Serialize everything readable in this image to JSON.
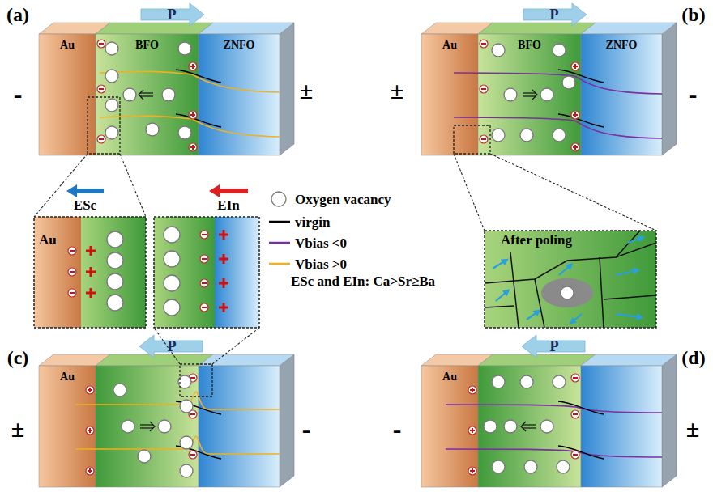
{
  "diagram": {
    "nodes": [
      {
        "text": [
          "Au"
        ]
      },
      {
        "text": [
          "BFO"
        ]
      },
      {
        "text": [
          "ZNFO"
        ]
      },
      {
        "text": [
          "Au"
        ]
      },
      {
        "text": [
          "BFO"
        ]
      },
      {
        "text": [
          "ZNFO"
        ]
      },
      {
        "text": [
          "Au"
        ]
      },
      {
        "text": [
          "After poling"
        ]
      },
      {
        "text": [
          "Au"
        ]
      },
      {
        "text": [
          "Au"
        ]
      }
    ],
    "labels": [
      "(a)",
      "P",
      "-",
      "±",
      "(b)",
      "P",
      "±",
      "-",
      "ESc",
      "EIn",
      "ESc and EIn: Ca>Sr≥Ba",
      "(c)",
      "P",
      "±",
      "-",
      "(d)",
      "P",
      "-",
      "±"
    ],
    "legend": [
      {
        "text": "Oxygen vacancy"
      },
      {
        "text": "virgin"
      },
      {
        "text": "Vbias <0"
      },
      {
        "text": "Vbias >0"
      }
    ]
  }
}
